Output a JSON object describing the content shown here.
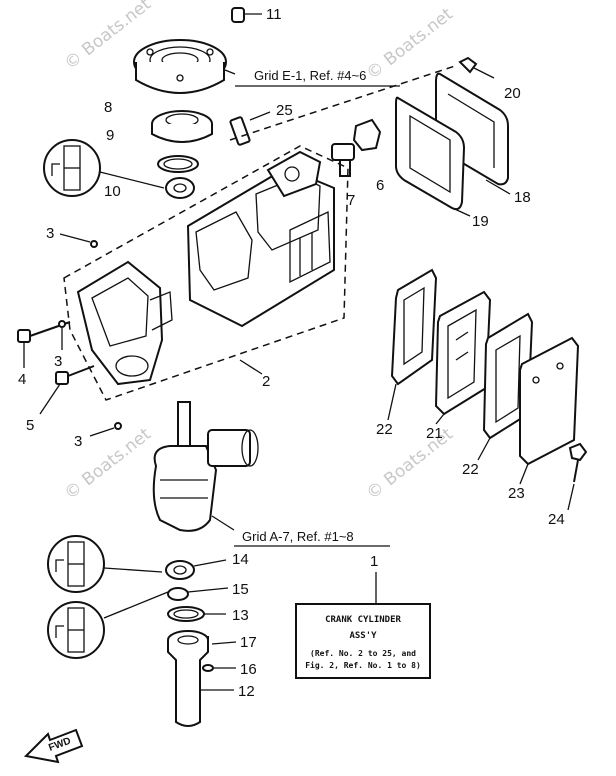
{
  "watermark": "© Boats.net",
  "callouts": {
    "c1": "1",
    "c2": "2",
    "c3a": "3",
    "c3b": "3",
    "c3c": "3",
    "c4": "4",
    "c5": "5",
    "c6": "6",
    "c7": "7",
    "c8": "8",
    "c9": "9",
    "c10": "10",
    "c11": "11",
    "c12": "12",
    "c13": "13",
    "c14": "14",
    "c15": "15",
    "c16": "16",
    "c17": "17",
    "c18": "18",
    "c19": "19",
    "c20": "20",
    "c21": "21",
    "c22a": "22",
    "c22b": "22",
    "c23": "23",
    "c24": "24",
    "c25": "25"
  },
  "grid_refs": {
    "top": "Grid E-1, Ref. #4~6",
    "bottom": "Grid A-7, Ref. #1~8"
  },
  "label_box": {
    "line1": "CRANK CYLINDER",
    "line2": "ASS'Y",
    "line3": "(Ref. No. 2 to 25, and",
    "line4": "Fig. 2, Ref. No. 1 to 8)"
  },
  "fwd_label": "FWD",
  "colors": {
    "ink": "#111111",
    "paper": "#ffffff",
    "watermark": "#9a9a9a"
  }
}
